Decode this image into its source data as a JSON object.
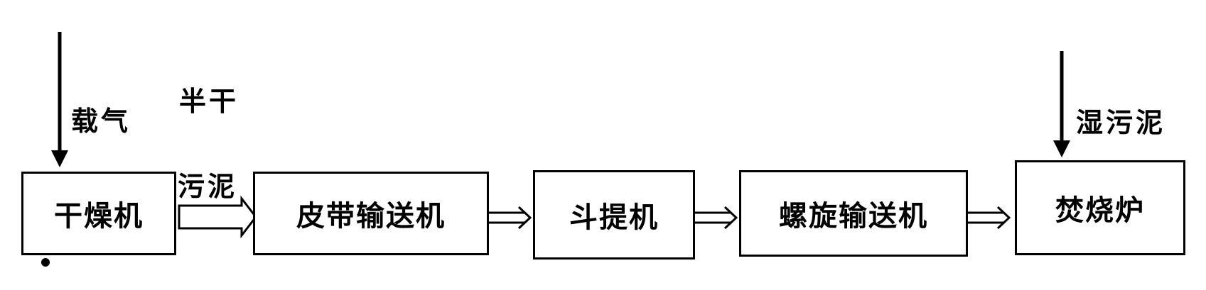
{
  "nodes": {
    "dryer": "干燥机",
    "belt_conveyor": "皮带输送机",
    "bucket_elevator": "斗提机",
    "screw_conveyor": "螺旋输送机",
    "incinerator": "焚烧炉"
  },
  "labels": {
    "carrier_gas": "载气",
    "semi_dry_line1": "半干",
    "semi_dry_line2": "污泥",
    "wet_sludge": "湿污泥"
  }
}
